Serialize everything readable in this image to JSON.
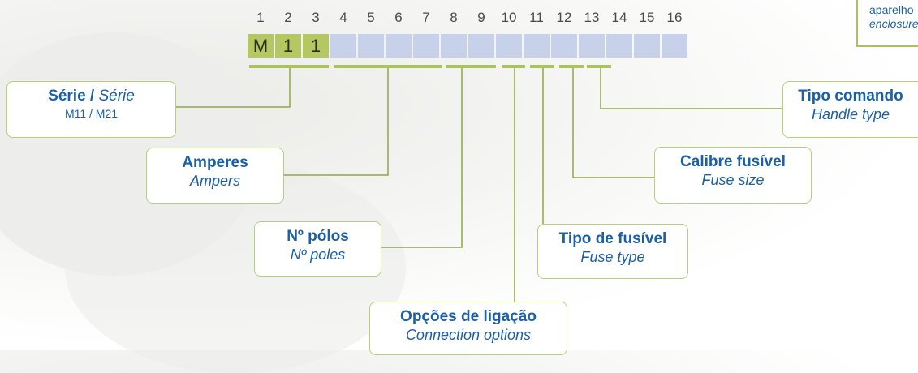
{
  "positions": [
    "1",
    "2",
    "3",
    "4",
    "5",
    "6",
    "7",
    "8",
    "9",
    "10",
    "11",
    "12",
    "13",
    "14",
    "15",
    "16"
  ],
  "code_chars": [
    "M",
    "1",
    "1"
  ],
  "colors": {
    "title": "#1b5fa6",
    "accent": "#a9c55a",
    "filled_cell": "#b4c760",
    "empty_cell": "#c7d1ea"
  },
  "corner": {
    "line1": "aparelho",
    "line2": "enclosure"
  },
  "fields": {
    "serie": {
      "title_pt": "Série /",
      "title_en": "Série",
      "values": "M11 / M21"
    },
    "amperes": {
      "title": "Amperes",
      "subtitle": "Ampers"
    },
    "polos": {
      "title": "Nº pólos",
      "subtitle": "Nº poles"
    },
    "ligacao": {
      "title": "Opções de ligação",
      "subtitle": "Connection options"
    },
    "tipo_fusivel": {
      "title": "Tipo de fusível",
      "subtitle": "Fuse type"
    },
    "calibre": {
      "title": "Calibre fusível",
      "subtitle": "Fuse size"
    },
    "comando": {
      "title": "Tipo comando",
      "subtitle": "Handle type"
    }
  }
}
